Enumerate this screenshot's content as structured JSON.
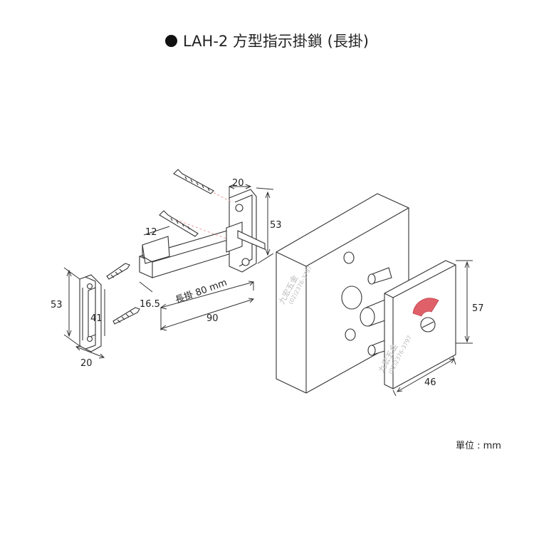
{
  "title": {
    "text": "LAH-2 方型指示掛鎖 (長掛)"
  },
  "unit_label": "單位 : mm",
  "dimensions": {
    "strike_height": "53",
    "strike_inner": "41",
    "strike_width": "20",
    "hook_top_width": "20",
    "hook_height": "53",
    "hook_depth": "12",
    "hook_thickness": "16.5",
    "hook_length_label": "長掛 80 mm",
    "hook_total_length": "90",
    "indicator_height": "57",
    "indicator_width": "46"
  },
  "watermark": {
    "brand": "九宏五金",
    "phone": "(02)2376-3797"
  },
  "colors": {
    "indicator_red": "#e0606a",
    "guide": "#e88888"
  }
}
